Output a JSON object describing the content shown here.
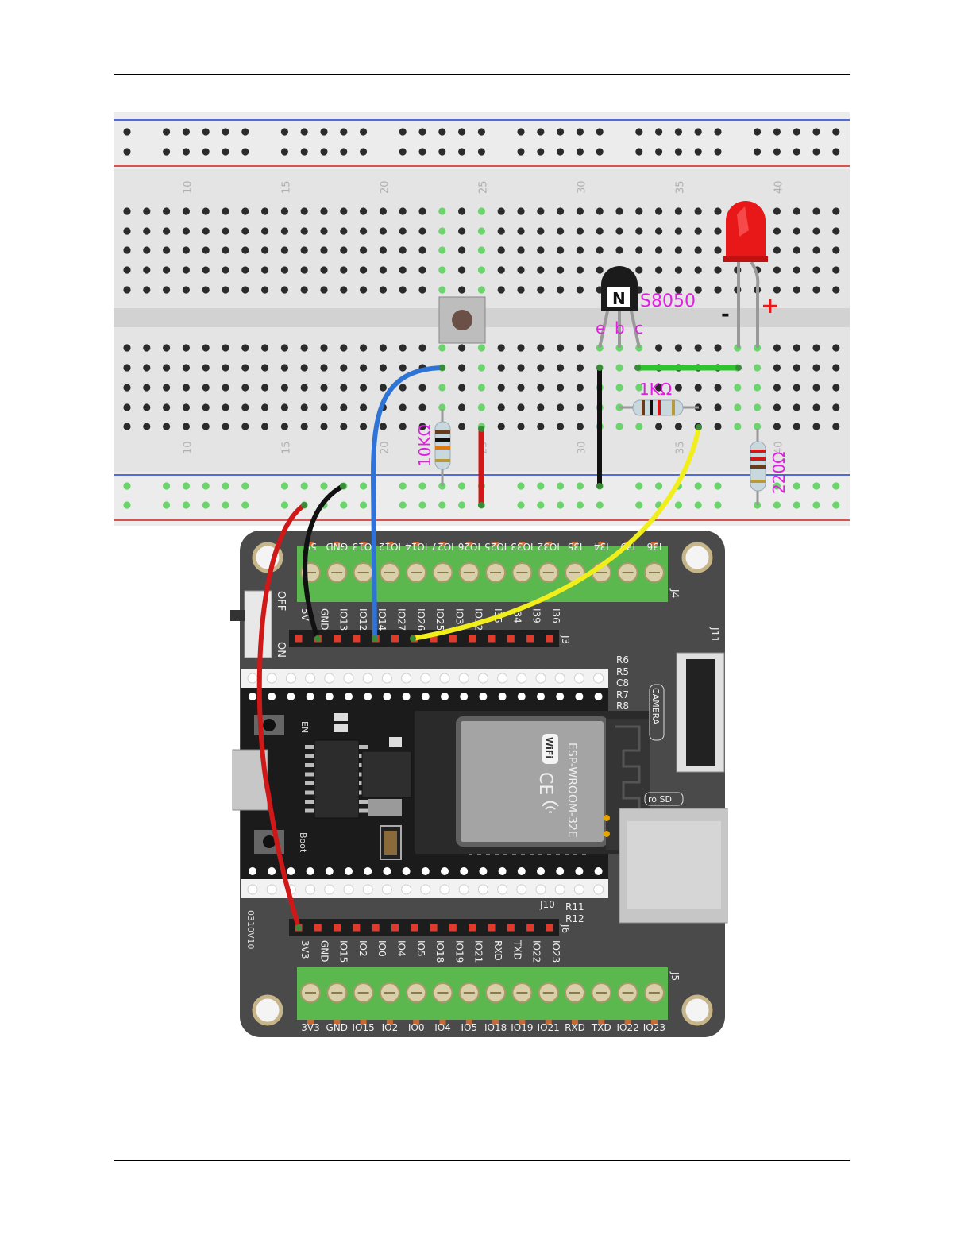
{
  "colors": {
    "breadboard": "#e4e4e4",
    "rail_blue": "#1f3fd0",
    "rail_red": "#d21f1f",
    "hole": "#2b2b2b",
    "hole_active": "#6cd46c",
    "pcb": "#4a4a4a",
    "terminal_green": "#5ab84e",
    "label_magenta": "#e020e0",
    "wire_red": "#d01818",
    "wire_black": "#111111",
    "wire_blue": "#2d74d6",
    "wire_yellow": "#f2ee1c",
    "wire_green": "#2ec42e",
    "led_red": "#e81818"
  },
  "breadboard": {
    "column_numbers": [
      "10",
      "15",
      "20",
      "25",
      "30",
      "35",
      "40"
    ]
  },
  "components": {
    "transistor": {
      "part": "S8050",
      "glyph": "N",
      "pins": [
        "e",
        "b",
        "c"
      ]
    },
    "led": {
      "minus": "-",
      "plus": "+"
    },
    "resistor_1": {
      "label": "1KΩ"
    },
    "resistor_2": {
      "label": "10KΩ"
    },
    "resistor_3": {
      "label": "220Ω"
    }
  },
  "board": {
    "header_top_outer": [
      "5V",
      "GND",
      "IO13",
      "IO12",
      "IO14",
      "IO27",
      "IO26",
      "IO25",
      "IO33",
      "IO32",
      "I35",
      "I34",
      "I39",
      "I36"
    ],
    "header_top_inner": [
      "5V",
      "GND",
      "IO13",
      "IO12",
      "IO14",
      "IO27",
      "IO26",
      "IO25",
      "IO33",
      "IO32",
      "I35",
      "I34",
      "I39",
      "I36"
    ],
    "header_bottom_inner": [
      "3V3",
      "GND",
      "IO15",
      "IO2",
      "IO0",
      "IO4",
      "IO5",
      "IO18",
      "IO19",
      "IO21",
      "RXD",
      "TXD",
      "IO22",
      "IO23"
    ],
    "header_bottom_outer": [
      "3V3",
      "GND",
      "IO15",
      "IO2",
      "IO0",
      "IO4",
      "IO5",
      "IO18",
      "IO19",
      "IO21",
      "RXD",
      "TXD",
      "IO22",
      "IO23"
    ],
    "labels": {
      "j3": "J3",
      "j4": "J4",
      "j5": "J5",
      "j6": "J6",
      "j10": "J10",
      "j11": "J11",
      "on": "ON",
      "off": "OFF",
      "camera": "CAMERA",
      "sd": "ro SD",
      "version": "0310V10",
      "en": "EN",
      "boot": "Boot",
      "module": "ESP-WROOM-32E",
      "wifi": "WiFi",
      "ce": "CE",
      "r6": "R6",
      "r5": "R5",
      "c8": "C8",
      "r7": "R7",
      "r8": "R8",
      "r11": "R11",
      "r12": "R12"
    }
  }
}
